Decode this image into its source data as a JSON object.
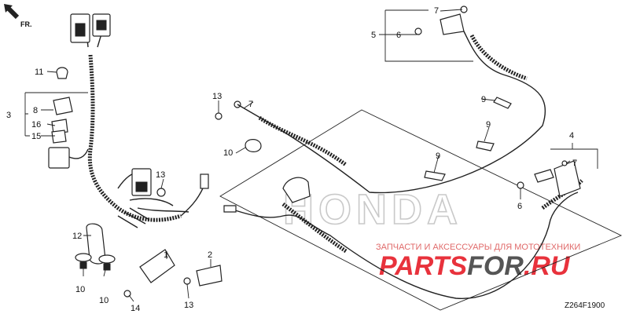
{
  "direction_label": "FR.",
  "watermark": {
    "brand_outline": "HONDA",
    "caption": "ЗАПЧАСТИ И АКСЕССУАРЫ ДЛЯ МОТОТЕХНИКИ",
    "brand_name_red_1": "PARTS",
    "brand_name_dark": "FOR",
    "brand_name_red_2": ".RU",
    "colors": {
      "caption": "#e06a6a",
      "brand_red": "#e8323c",
      "brand_dark": "#555555"
    }
  },
  "diagram_code": "Z264F1900",
  "callouts": {
    "c1": "1",
    "c2": "2",
    "c3": "3",
    "c4": "4",
    "c5": "5",
    "c6a": "6",
    "c6b": "6",
    "c7a": "7",
    "c7b": "7",
    "c7c": "7",
    "c8": "8",
    "c9a": "9",
    "c9b": "9",
    "c9c": "9",
    "c10a": "10",
    "c10b": "10",
    "c10c": "10",
    "c11": "11",
    "c12": "12",
    "c13a": "13",
    "c13b": "13",
    "c13c": "13",
    "c14": "14",
    "c15": "15",
    "c16": "16"
  }
}
